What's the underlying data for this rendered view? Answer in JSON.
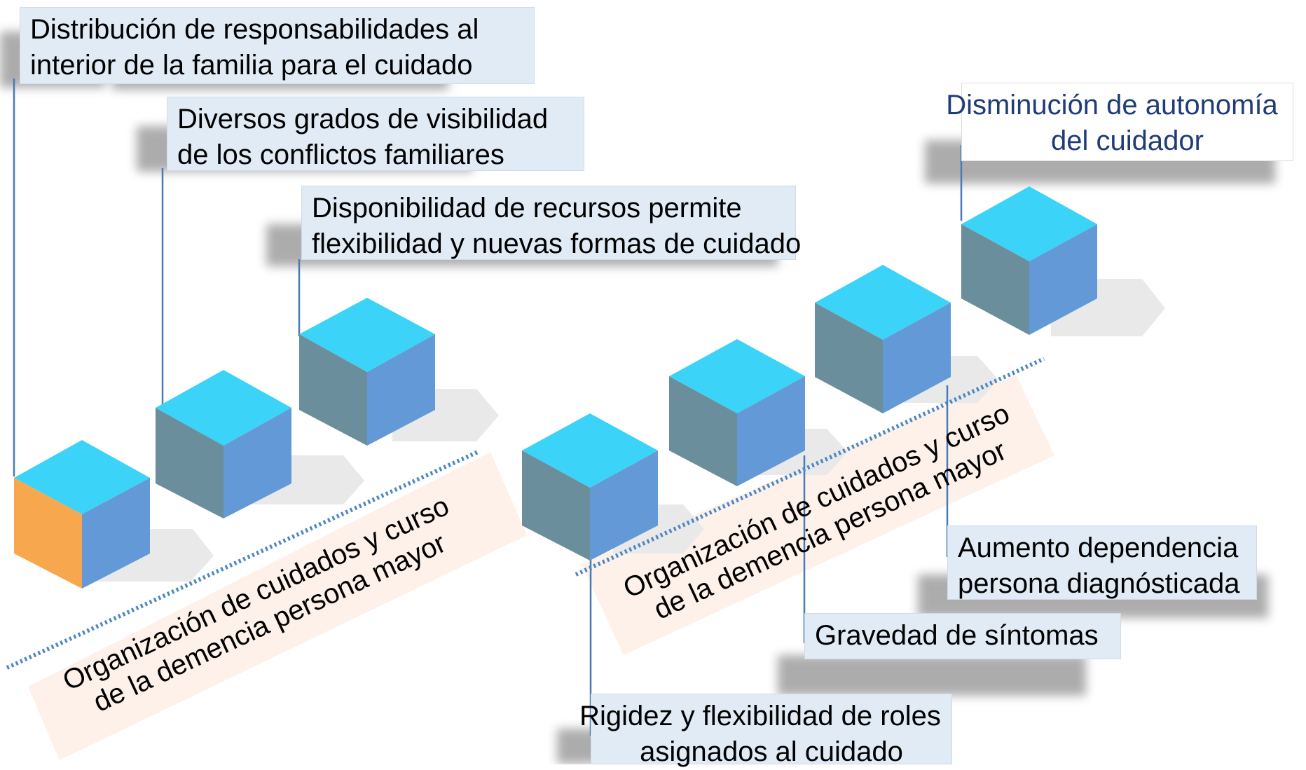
{
  "labels": {
    "distribucion": {
      "line1": "Distribución de responsabilidades al",
      "line2": "interior de la familia para el cuidado"
    },
    "visibilidad": {
      "line1": "Diversos grados de visibilidad",
      "line2": "de los conflictos familiares"
    },
    "recursos": {
      "line1": "Disponibilidad de recursos permite",
      "line2": "flexibilidad y nuevas formas de cuidado"
    },
    "autonomia": {
      "line1": "Disminución de autonomía",
      "line2": "del cuidador"
    },
    "dependencia": {
      "line1": "Aumento dependencia",
      "line2": "persona diagnósticada"
    },
    "sintomas": {
      "line1": "Gravedad de síntomas"
    },
    "roles": {
      "line1": "Rigidez y flexibilidad de roles",
      "line2": "asignados al cuidado"
    }
  },
  "bands": {
    "left": {
      "line1": "Organización de cuidados y curso",
      "line2": "de la demencia persona mayor"
    },
    "right": {
      "line1": "Organización de cuidados y curso",
      "line2": "de la demencia persona mayor"
    }
  },
  "colors": {
    "cube_top": "#3bd3f8",
    "cube_left": "#6a8e9c",
    "cube_right": "#6299d6",
    "cube_highlight": "#f7a74d",
    "connector": "#4a7ab5",
    "dotted_line": "#4a86c6",
    "band": "#fdf1ea",
    "label_box": "#e0ebf5"
  }
}
